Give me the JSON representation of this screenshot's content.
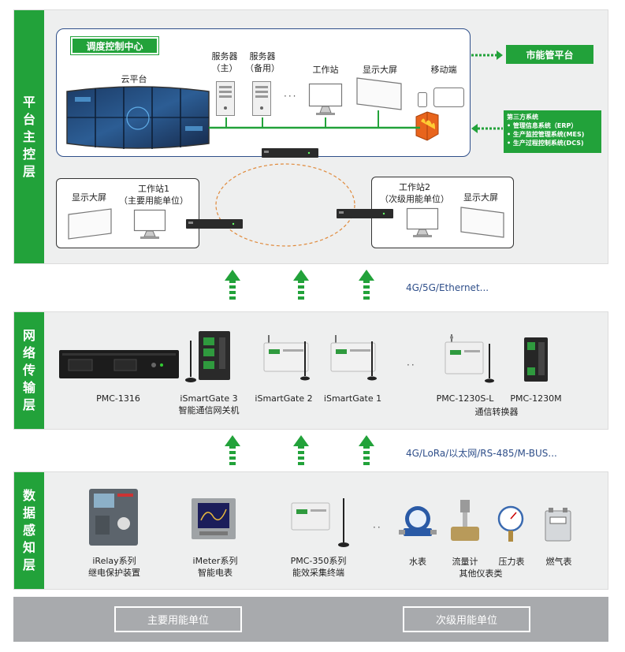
{
  "layers": {
    "platform": "平台主控层",
    "network": "网络传输层",
    "sensing": "数据感知层"
  },
  "platform": {
    "control_center": "调度控制中心",
    "cloud": "云平台",
    "server_main": "服务器\n（主）",
    "server_backup": "服务器\n（备用）",
    "workstation": "工作站",
    "display": "显示大屏",
    "mobile": "移动端",
    "city_platform": "市能管平台",
    "third_party": {
      "title": "第三方系统",
      "items": [
        "• 管理信息系统（ERP）",
        "• 生产监控管理系统(MES)",
        "• 生产过程控制系统(DCS)"
      ]
    },
    "left_display": "显示大屏",
    "left_workstation": "工作站1\n（主要用能单位）",
    "right_workstation": "工作站2\n（次级用能单位）",
    "right_display": "显示大屏",
    "ellipsis": "···"
  },
  "network": {
    "protocol": "4G/5G/Ethernet...",
    "devices": [
      {
        "label": "PMC-1316"
      },
      {
        "label": "iSmartGate 3\n智能通信网关机"
      },
      {
        "label": "iSmartGate 2"
      },
      {
        "label": "iSmartGate 1"
      },
      {
        "label": "PMC-1230S-L"
      },
      {
        "label": "PMC-1230M"
      }
    ],
    "converter": "通信转换器",
    "ellipsis": "··"
  },
  "sensing": {
    "protocol": "4G/LoRa/以太网/RS-485/M-BUS...",
    "devices": [
      {
        "label": "iRelay系列\n继电保护装置"
      },
      {
        "label": "iMeter系列\n智能电表"
      },
      {
        "label": "PMC-350系列\n能效采集终端"
      },
      {
        "label": "水表"
      },
      {
        "label": "流量计"
      },
      {
        "label": "压力表"
      },
      {
        "label": "燃气表"
      }
    ],
    "other": "其他仪表类",
    "ellipsis": "··"
  },
  "units": {
    "primary": "主要用能单位",
    "secondary": "次级用能单位"
  },
  "colors": {
    "green": "#22a23a",
    "band": "#eeefef",
    "blue_text": "#2f4f8a",
    "gray_bar": "#a8aaad",
    "orange_dash": "#e08a3c"
  }
}
